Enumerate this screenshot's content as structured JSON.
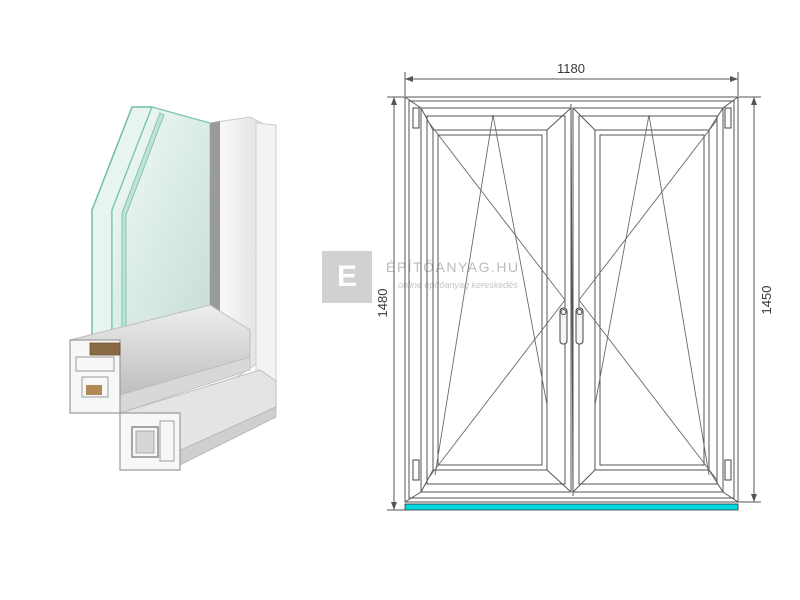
{
  "dimensions": {
    "width": "1180",
    "height_left": "1480",
    "height_right": "1450"
  },
  "watermark": {
    "logo_letter": "E",
    "title": "ÉPÍTŐANYAG.HU",
    "subtitle": "online építőanyag kereskedés"
  },
  "colors": {
    "sill": "#00d8e0",
    "frame_stroke": "#555555",
    "glass": "#cfe8e2"
  }
}
